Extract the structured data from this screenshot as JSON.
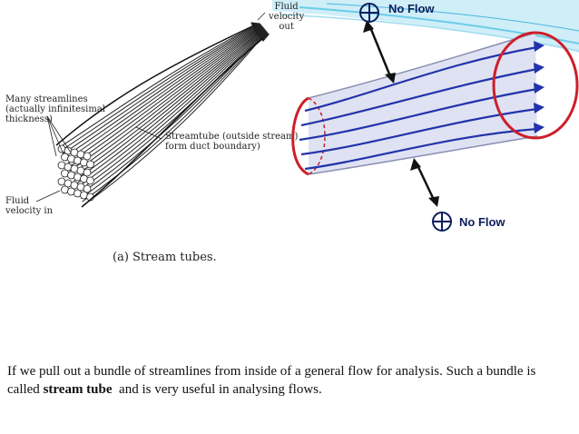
{
  "left_figure": {
    "label_fluid_out": [
      "Fluid",
      "velocity",
      "out"
    ],
    "label_streamlines": [
      "Many streamlines",
      "(actually infinitesimal",
      "thickness)"
    ],
    "label_streamtube": [
      "Streamtube (outside stream)",
      "form duct boundary)"
    ],
    "label_fluid_in": [
      "Fluid",
      "velocity in"
    ],
    "caption": "(a) Stream tubes."
  },
  "right_figure": {
    "no_flow_top": "No Flow",
    "no_flow_bottom": "No Flow",
    "colors": {
      "tube_edge": "#cc1f2a",
      "streamline": "#2233aa",
      "tube_fill": "#dfe2f2",
      "arrow": "#111111"
    }
  },
  "body": {
    "text_before": "If we pull out a bundle of streamlines from inside of a general flow for analysis. Such a bundle is called ",
    "text_bold": "stream tube",
    "text_after": "  and is very useful in analysing flows."
  }
}
